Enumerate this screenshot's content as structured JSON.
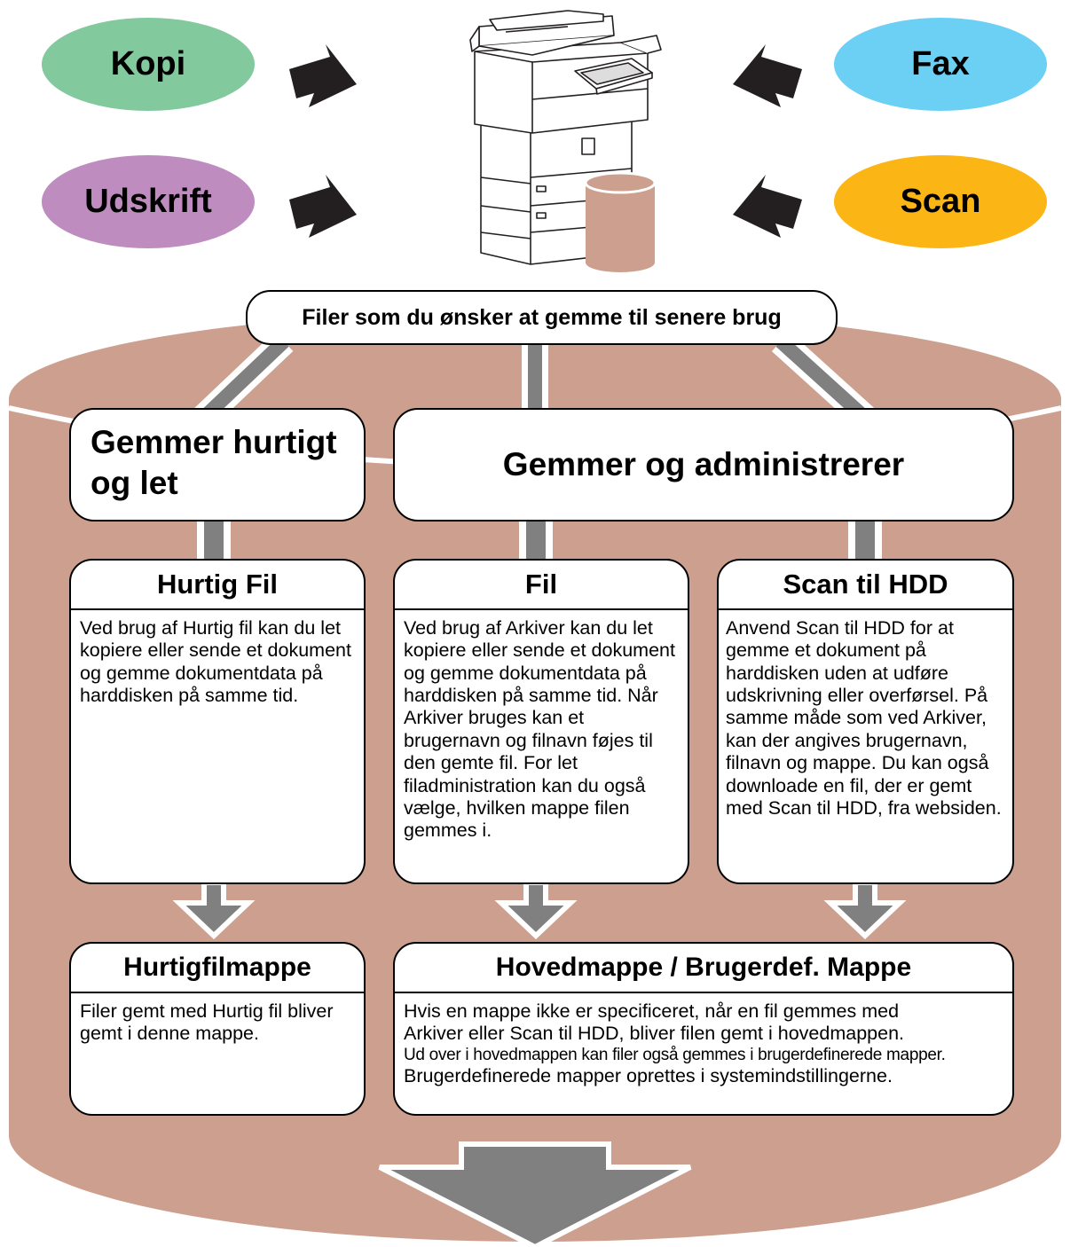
{
  "sources": [
    {
      "label": "Kopi",
      "color": "#82c99e"
    },
    {
      "label": "Fax",
      "color": "#6cd0f5"
    },
    {
      "label": "Udskrift",
      "color": "#bf8cc0"
    },
    {
      "label": "Scan",
      "color": "#fbb514"
    }
  ],
  "storage_caption": "Filer som du ønsker at gemme til senere brug",
  "categories": {
    "quick": "Gemmer hurtigt og let",
    "manage": "Gemmer og administrerer"
  },
  "modes": [
    {
      "title": "Hurtig Fil",
      "text": "Ved brug af Hurtig fil kan du let kopiere eller sende et dokument og gemme dokumentdata på harddisken på samme tid."
    },
    {
      "title": "Fil",
      "text": "Ved brug af Arkiver kan du let kopiere eller sende et dokument og gemme dokumentdata på harddisken på samme tid. Når Arkiver bruges kan et brugernavn og filnavn føjes til den gemte fil. For let filadministration kan du også vælge, hvilken mappe filen gemmes i."
    },
    {
      "title": "Scan til HDD",
      "text": "Anvend Scan til HDD for at gemme et dokument på harddisken uden at udføre udskrivning eller overførsel. På samme måde som ved Arkiver, kan der angives brugernavn, filnavn og mappe. Du kan også downloade en fil, der er gemt med Scan til HDD, fra websiden."
    }
  ],
  "folders": [
    {
      "title": "Hurtigfilmappe",
      "text": "Filer gemt med Hurtig fil bliver gemt i denne mappe."
    },
    {
      "title": "Hovedmappe / Brugerdef. Mappe",
      "lines": [
        "Hvis en mappe ikke er specificeret, når en fil gemmes med",
        "Arkiver eller Scan til HDD, bliver filen gemt i hovedmappen.",
        "Ud over i hovedmappen kan filer også gemmes i brugerdefinerede mapper.",
        "Brugerdefinerede mapper oprettes i systemindstillingerne."
      ]
    }
  ],
  "colors": {
    "cylinder": "#cc9f8e",
    "arrow_gray": "#808080"
  }
}
